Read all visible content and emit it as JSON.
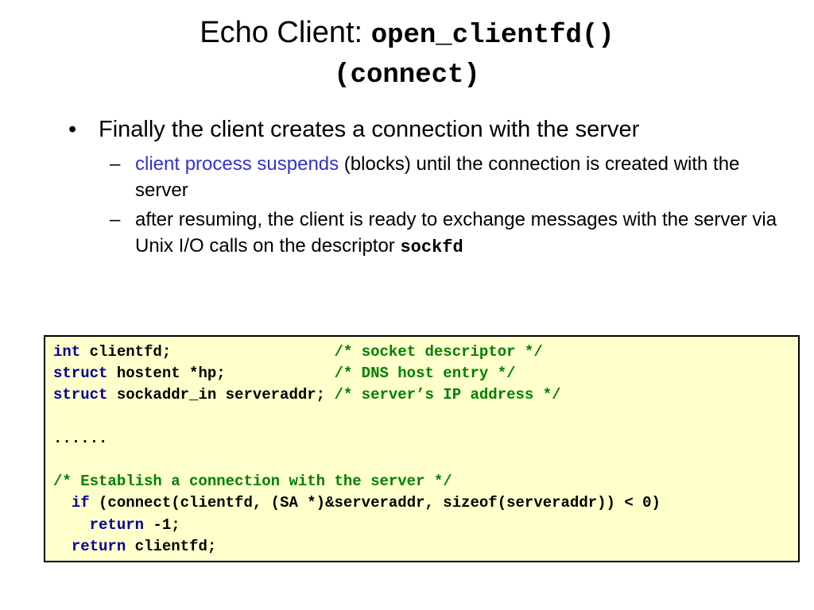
{
  "title": {
    "prefix": "Echo Client: ",
    "func": "open_clientfd()",
    "sub": "(connect)"
  },
  "bullets": {
    "main": "Finally the client creates a connection with the server",
    "bullet_symbol": "•",
    "dash_symbol": "–",
    "sub1_highlight": "client process suspends",
    "sub1_rest": " (blocks) until the connection is created with the server",
    "sub2_text": "after resuming, the client is ready to exchange messages with the server via Unix I/O calls on the descriptor ",
    "sub2_code": "sockfd"
  },
  "code": {
    "l1_kw": "int",
    "l1_txt": " clientfd;                  ",
    "l1_cm": "/* socket descriptor */",
    "l2_kw": "struct",
    "l2_txt": " hostent *hp;            ",
    "l2_cm": "/* DNS host entry */",
    "l3_kw": "struct",
    "l3_txt": " sockaddr_in serveraddr; ",
    "l3_cm": "/* server’s IP address */",
    "l5_txt": "......",
    "l7_cm": "/* Establish a connection with the server */",
    "l8_ind": "  ",
    "l8_kw": "if",
    "l8_txt": " (connect(clientfd, (SA *)&serveraddr, sizeof(serveraddr)) < 0)",
    "l9_ind": "    ",
    "l9_kw": "return",
    "l9_txt": " -1;",
    "l10_ind": "  ",
    "l10_kw": "return",
    "l10_txt": " clientfd;"
  }
}
